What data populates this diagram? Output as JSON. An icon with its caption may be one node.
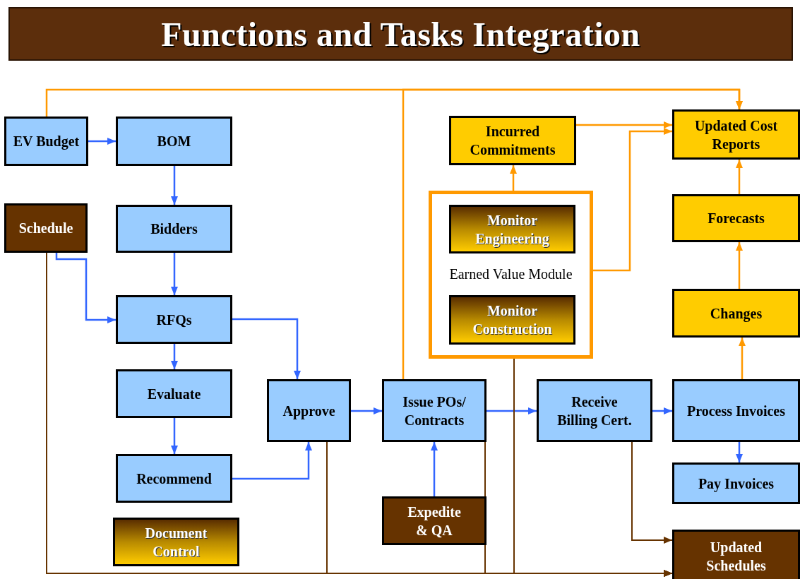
{
  "diagram": {
    "title": "Functions and Tasks Integration",
    "nodes": [
      {
        "text": [
          "EV Budget"
        ]
      },
      {
        "text": [
          "BOM"
        ]
      },
      {
        "text": [
          "Schedule"
        ]
      },
      {
        "text": [
          "Bidders"
        ]
      },
      {
        "text": [
          "RFQs"
        ]
      },
      {
        "text": [
          "Evaluate"
        ]
      },
      {
        "text": [
          "Recommend"
        ]
      },
      {
        "text": [
          "Document Control"
        ]
      },
      {
        "text": [
          "Approve"
        ]
      },
      {
        "text": [
          "Issue POs/ Contracts"
        ]
      },
      {
        "text": [
          "Expedite & QA"
        ]
      },
      {
        "text": [
          "Incurred Commitments"
        ]
      },
      {
        "text": [
          "Earned Value Module"
        ]
      },
      {
        "text": [
          "Monitor Engineering"
        ],
        "in": 12
      },
      {
        "text": [
          "Monitor Construction"
        ],
        "in": 12
      },
      {
        "text": [
          "Updated Cost Reports"
        ]
      },
      {
        "text": [
          "Forecasts"
        ]
      },
      {
        "text": [
          "Changes"
        ]
      },
      {
        "text": [
          "Receive Billing Cert."
        ]
      },
      {
        "text": [
          "Process Invoices"
        ]
      },
      {
        "text": [
          "Pay Invoices"
        ]
      },
      {
        "text": [
          "Updated Schedules"
        ]
      }
    ],
    "edges": [
      {
        "from": 0,
        "to": 1,
        "arrow": "to"
      },
      {
        "from": 1,
        "to": 3,
        "arrow": "to"
      },
      {
        "from": 3,
        "to": 4,
        "arrow": "to"
      },
      {
        "from": 2,
        "to": 4,
        "arrow": "to"
      },
      {
        "from": 4,
        "to": 8,
        "arrow": "to"
      },
      {
        "from": 4,
        "to": 5,
        "arrow": "to"
      },
      {
        "from": 5,
        "to": 6,
        "arrow": "to"
      },
      {
        "from": 6,
        "to": 8,
        "arrow": "to"
      },
      {
        "from": 8,
        "to": 9,
        "arrow": "to"
      },
      {
        "from": 10,
        "to": 9,
        "arrow": "to"
      },
      {
        "from": 9,
        "to": 18,
        "arrow": "to"
      },
      {
        "from": 18,
        "to": 19,
        "arrow": "to"
      },
      {
        "from": 19,
        "to": 20,
        "arrow": "to"
      },
      {
        "from": 0,
        "to": 15,
        "arrow": "to",
        "color": "#ff9900"
      },
      {
        "from": 9,
        "to": 15,
        "arrow": "to",
        "color": "#ff9900"
      },
      {
        "from": 12,
        "to": 11,
        "arrow": "to",
        "color": "#ff9900"
      },
      {
        "from": 11,
        "to": 15,
        "arrow": "to",
        "color": "#ff9900"
      },
      {
        "from": 12,
        "to": 15,
        "arrow": "to",
        "color": "#ff9900"
      },
      {
        "from": 16,
        "to": 15,
        "arrow": "to",
        "color": "#ff9900"
      },
      {
        "from": 17,
        "to": 16,
        "arrow": "to",
        "color": "#ff9900"
      },
      {
        "from": 19,
        "to": 17,
        "arrow": "to",
        "color": "#ff9900"
      },
      {
        "from": 2,
        "to": 21,
        "arrow": "to",
        "color": "#663300"
      },
      {
        "from": 8,
        "to": 21,
        "arrow": "to",
        "color": "#663300"
      },
      {
        "from": 9,
        "to": 21,
        "arrow": "to",
        "color": "#663300"
      },
      {
        "from": 12,
        "to": 21,
        "arrow": "to",
        "color": "#663300"
      },
      {
        "from": 18,
        "to": 21,
        "arrow": "to",
        "color": "#663300"
      }
    ]
  }
}
